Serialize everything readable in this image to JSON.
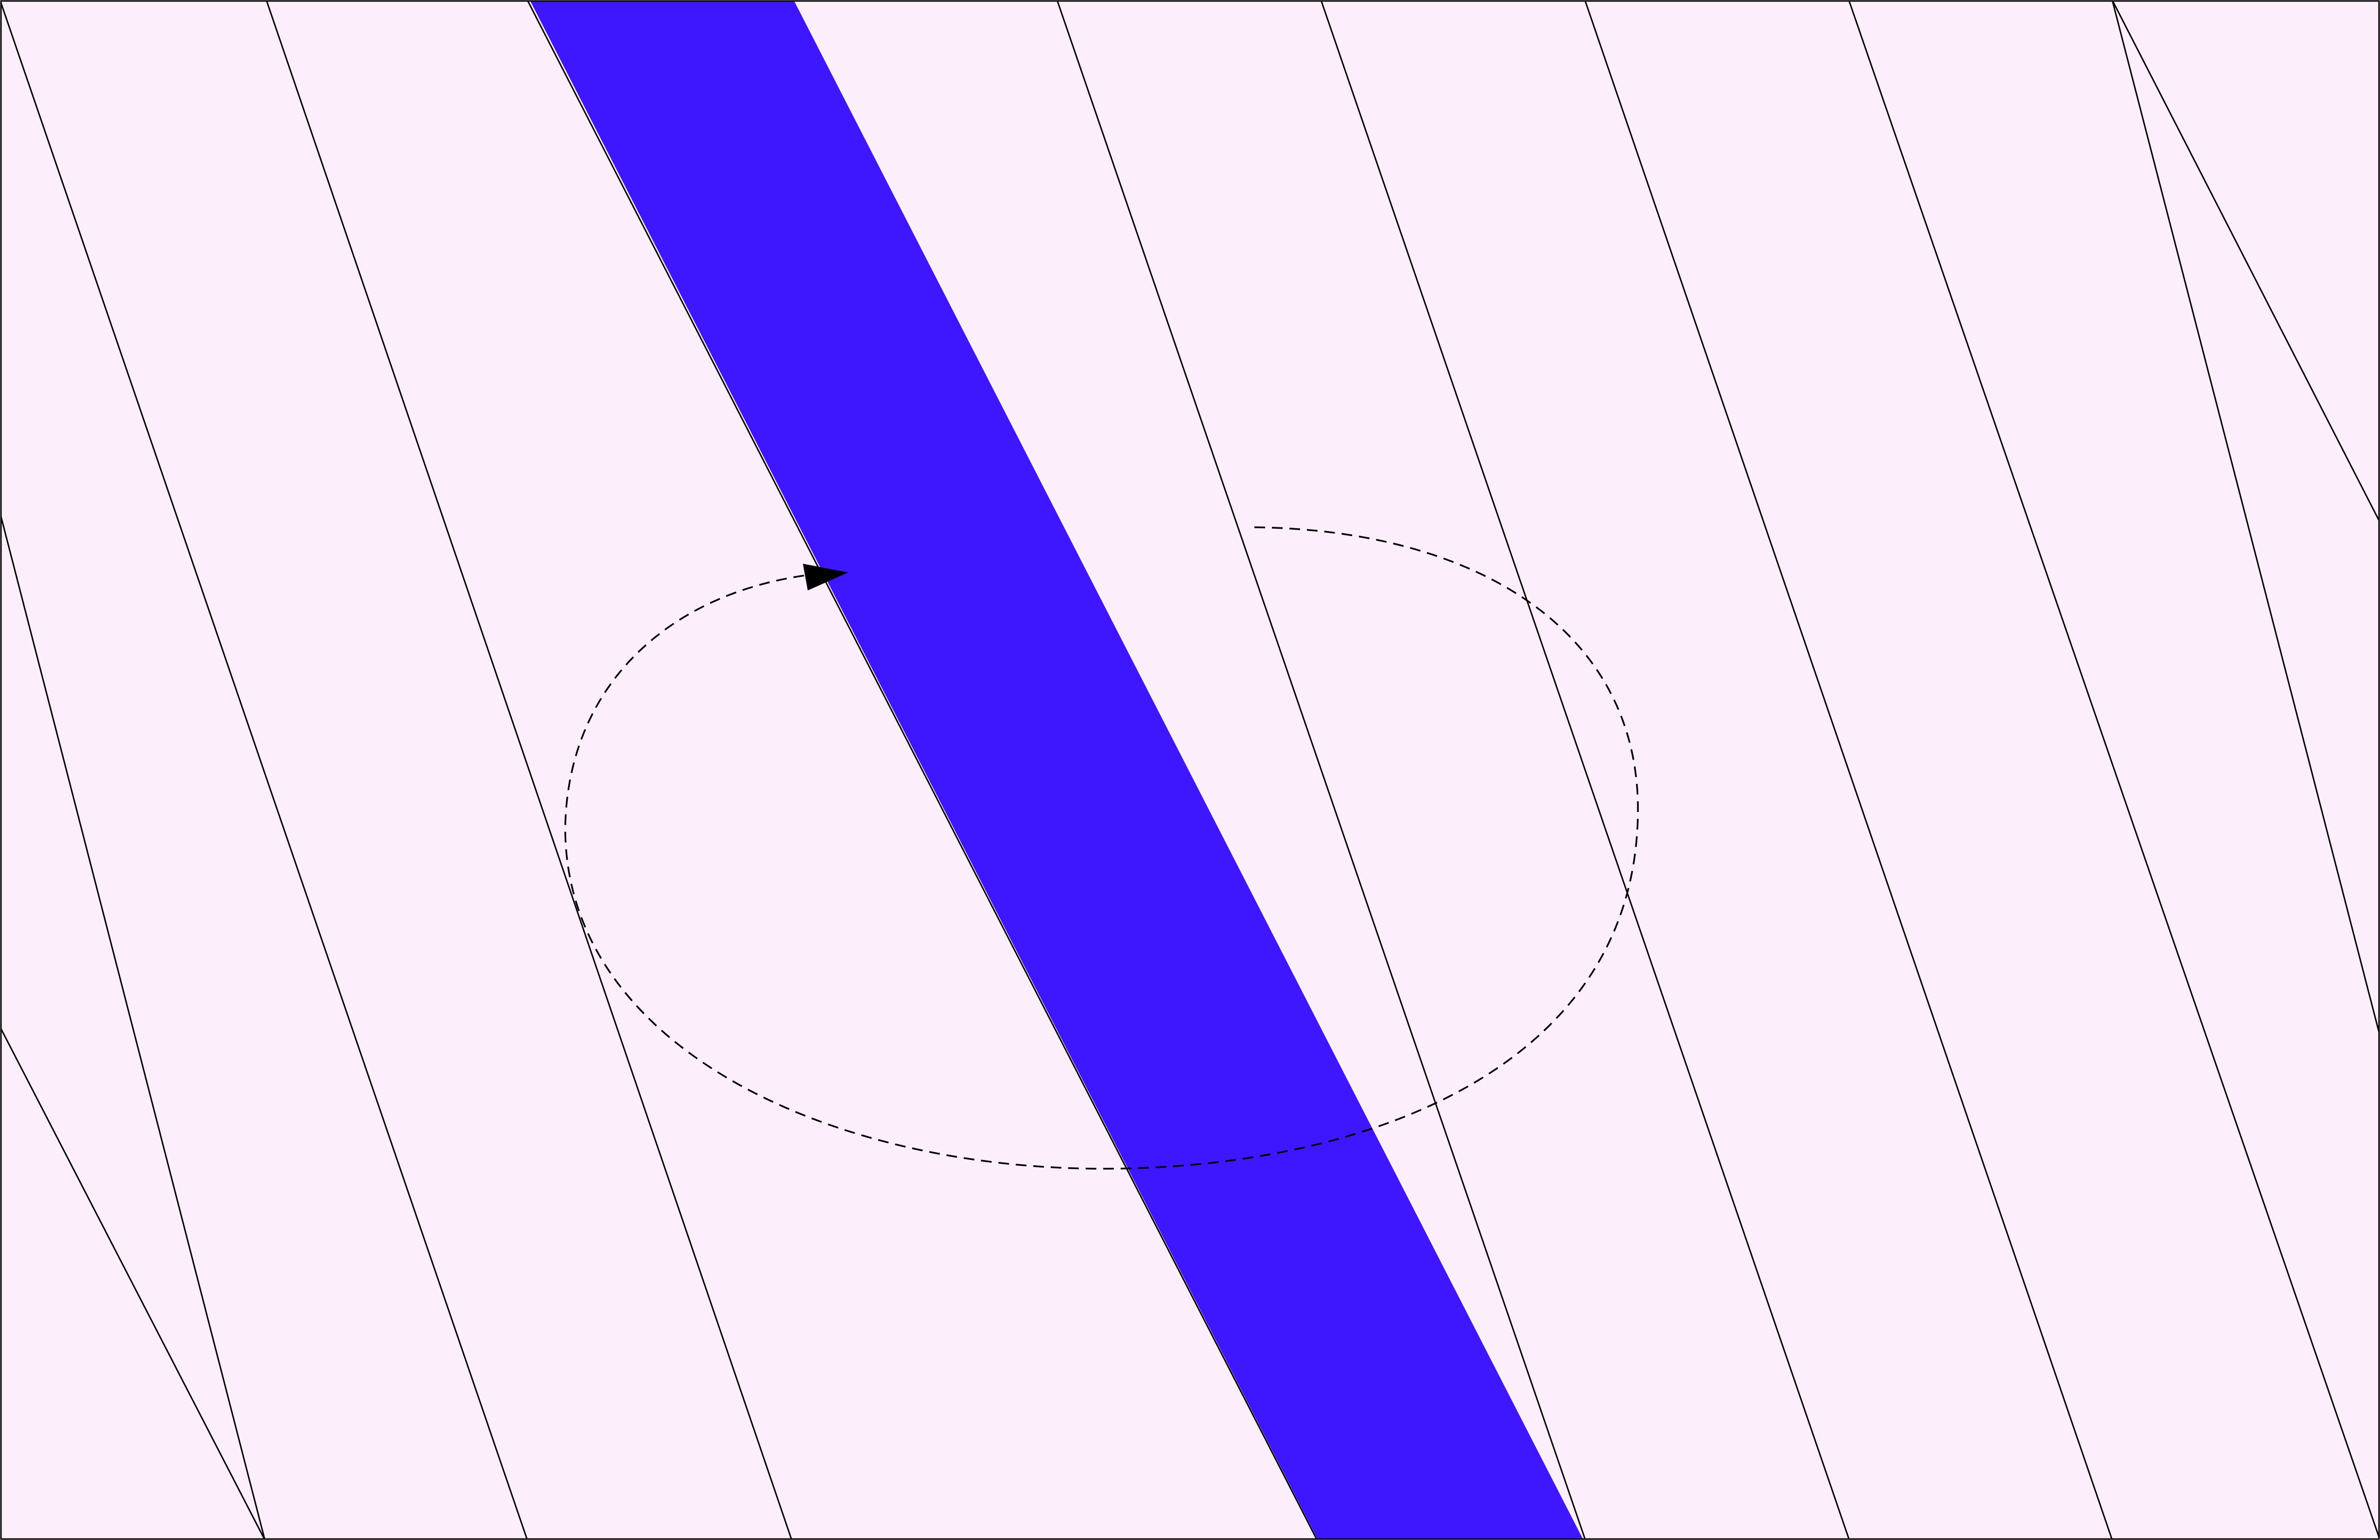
{
  "colors": {
    "background": "#FDEEFB",
    "band": "#3F17FF",
    "line": "#000000"
  },
  "elements": {
    "background_panel": "background",
    "band": "diagonal-band",
    "hatching": "diagonal-line-pattern",
    "loop": "dashed-oriented-loop",
    "loop_arrow": "arrowhead-icon"
  }
}
